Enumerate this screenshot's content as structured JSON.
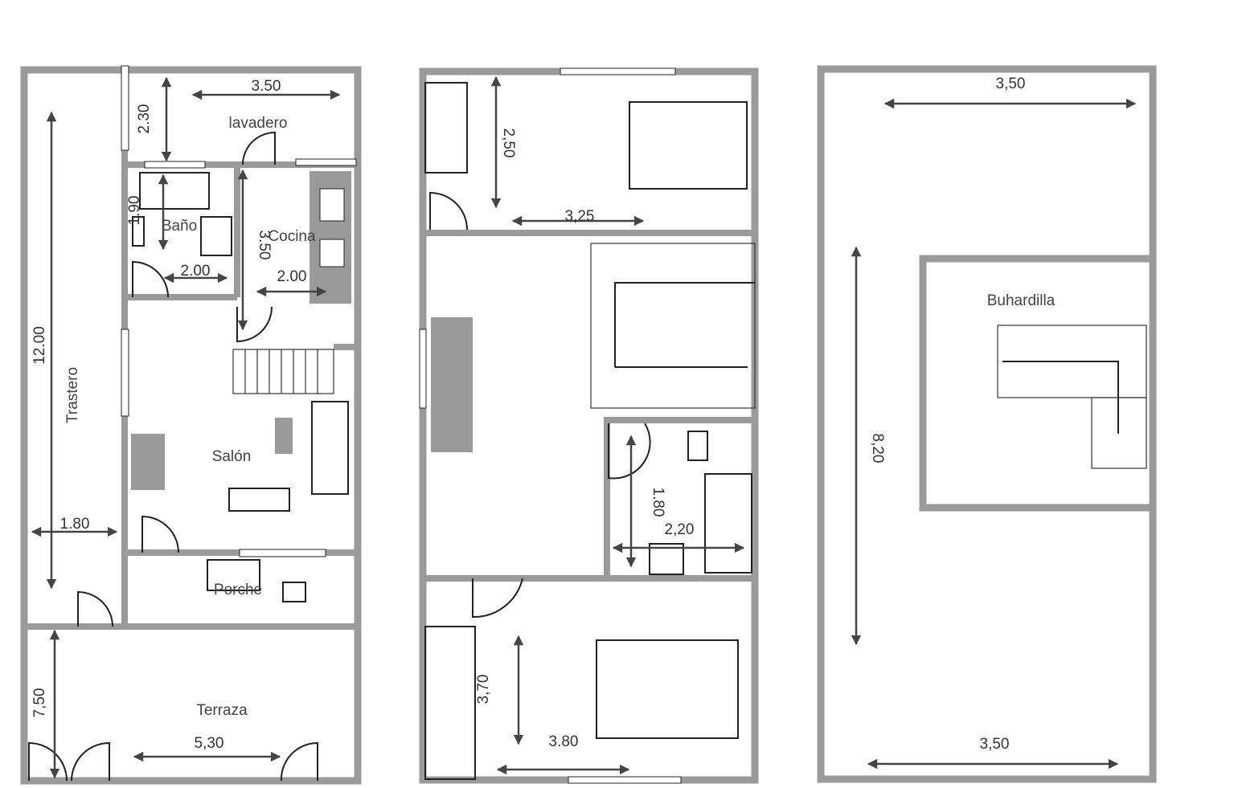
{
  "colors": {
    "wall": "#9a9a9a",
    "line": "#222222",
    "text": "#444444"
  },
  "ground_floor": {
    "rooms": {
      "trastero": "Trastero",
      "lavadero": "lavadero",
      "bano": "Baño",
      "cocina": "Cocina",
      "salon": "Salón",
      "porche": "Porche",
      "terraza": "Terraza"
    },
    "dims": {
      "trastero_len": "12.00",
      "trastero_w": "1.80",
      "lavadero_w": "3.50",
      "lavadero_h": "2.30",
      "bano_h": "1.90",
      "bano_w": "2.00",
      "cocina_h": "3.50",
      "cocina_w": "2.00",
      "terraza_h": "7,50",
      "terraza_w": "5,30"
    }
  },
  "first_floor": {
    "dims": {
      "bed1_h": "2,50",
      "bed1_w": "3,25",
      "bath_h": "1.80",
      "bath_w": "2,20",
      "bed2_h": "3,70",
      "bed2_w": "3.80"
    }
  },
  "attic": {
    "rooms": {
      "buhardilla": "Buhardilla"
    },
    "dims": {
      "top_w": "3,50",
      "height": "8,20",
      "bottom_w": "3,50"
    }
  }
}
